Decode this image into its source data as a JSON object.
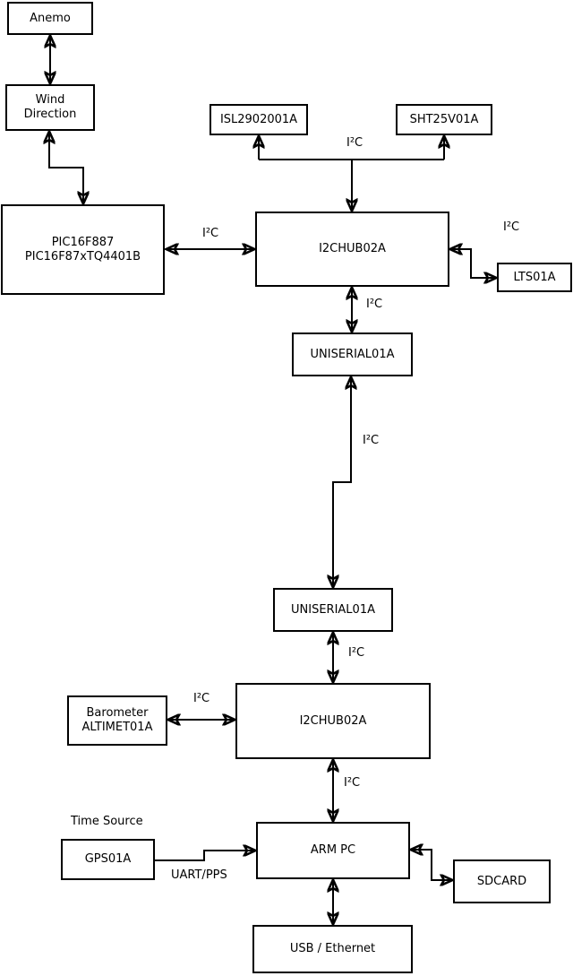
{
  "diagram": {
    "type": "block-diagram",
    "background_color": "#ffffff",
    "line_color": "#000000",
    "box_fill_color": "#ffffff",
    "text_color": "#000000",
    "nodes": {
      "anemo": {
        "label": "Anemo"
      },
      "wind_direction": {
        "label": "Wind\nDirection"
      },
      "pic": {
        "label": "PIC16F887\nPIC16F87xTQ4401B"
      },
      "isl": {
        "label": "ISL2902001A"
      },
      "sht": {
        "label": "SHT25V01A"
      },
      "hub1": {
        "label": "I2CHUB02A"
      },
      "lts": {
        "label": "LTS01A"
      },
      "uniserial1": {
        "label": "UNISERIAL01A"
      },
      "uniserial2": {
        "label": "UNISERIAL01A"
      },
      "barometer": {
        "label": "Barometer\nALTIMET01A"
      },
      "hub2": {
        "label": "I2CHUB02A"
      },
      "gps": {
        "label": "GPS01A"
      },
      "armpc": {
        "label": "ARM PC"
      },
      "sdcard": {
        "label": "SDCARD"
      },
      "usb": {
        "label": "USB / Ethernet"
      }
    },
    "edge_labels": {
      "i2c_bus_top": "I²C",
      "i2c_pic_hub1": "I²C",
      "i2c_hub1_lts": "I²C",
      "i2c_hub1_uni1": "I²C",
      "i2c_uni1_uni2": "I²C",
      "i2c_uni2_hub2": "I²C",
      "i2c_barometer_hub2": "I²C",
      "i2c_hub2_armpc": "I²C",
      "uart_pps": "UART/PPS",
      "time_source": "Time Source"
    }
  }
}
